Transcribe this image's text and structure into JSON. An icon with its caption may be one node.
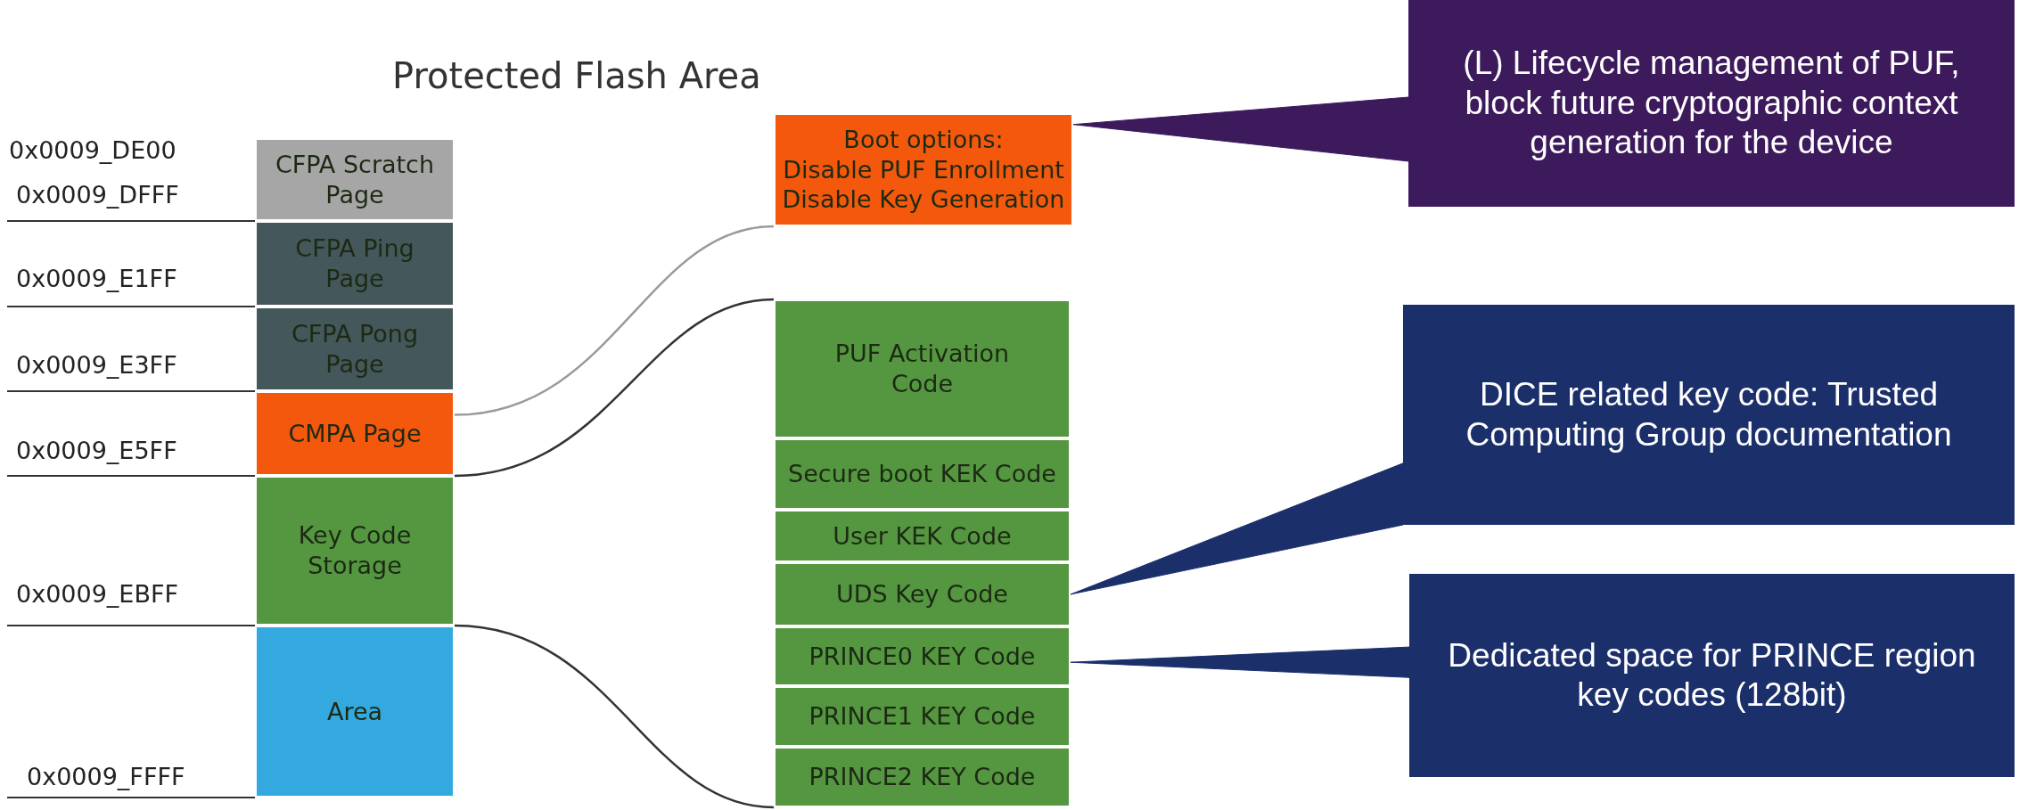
{
  "diagram": {
    "title": "Protected Flash Area",
    "nodes": [
      {
        "text": [
          "CFPA Scratch Page"
        ]
      },
      {
        "text": [
          "CFPA Ping Page"
        ]
      },
      {
        "text": [
          "CFPA Pong Page"
        ]
      },
      {
        "text": [
          "CMPA Page"
        ]
      },
      {
        "text": [
          "Key Code Storage"
        ]
      },
      {
        "text": [
          "Area"
        ]
      },
      {
        "text": [
          "Boot options:",
          "Disable PUF Enrollment",
          "Disable Key Generation"
        ]
      },
      {
        "text": [
          "PUF Activation Code"
        ]
      },
      {
        "text": [
          "Secure boot KEK Code"
        ]
      },
      {
        "text": [
          "User KEK Code"
        ]
      },
      {
        "text": [
          "UDS Key Code"
        ]
      },
      {
        "text": [
          "PRINCE0 KEY Code"
        ]
      },
      {
        "text": [
          "PRINCE1 KEY Code"
        ]
      },
      {
        "text": [
          "PRINCE2 KEY Code"
        ]
      },
      {
        "text": [
          "(L) Lifecycle management of PUF, block future cryptographic context generation for the device"
        ]
      },
      {
        "text": [
          "DICE related key code: Trusted Computing Group documentation"
        ]
      },
      {
        "text": [
          "Dedicated space for PRINCE region key codes (128bit)"
        ]
      }
    ],
    "edges": [
      {
        "from": 3,
        "to": 6,
        "arrow": "none",
        "color": "#9a9a9a"
      },
      {
        "from": 4,
        "to": 7,
        "arrow": "none"
      },
      {
        "from": 4,
        "to": 13,
        "arrow": "none"
      },
      {
        "from": 14,
        "to": 6,
        "arrow": "none",
        "color": "#3d1a5c"
      },
      {
        "from": 15,
        "to": 10,
        "arrow": "none",
        "color": "#1b2f6b"
      },
      {
        "from": 16,
        "to": 11,
        "arrow": "none",
        "color": "#1b2f6b"
      }
    ],
    "labels": [
      "0x0009_DE00",
      "0x0009_DFFF",
      "0x0009_E1FF",
      "0x0009_E3FF",
      "0x0009_E5FF",
      "0x0009_EBFF",
      "0x0009_FFFF"
    ]
  }
}
